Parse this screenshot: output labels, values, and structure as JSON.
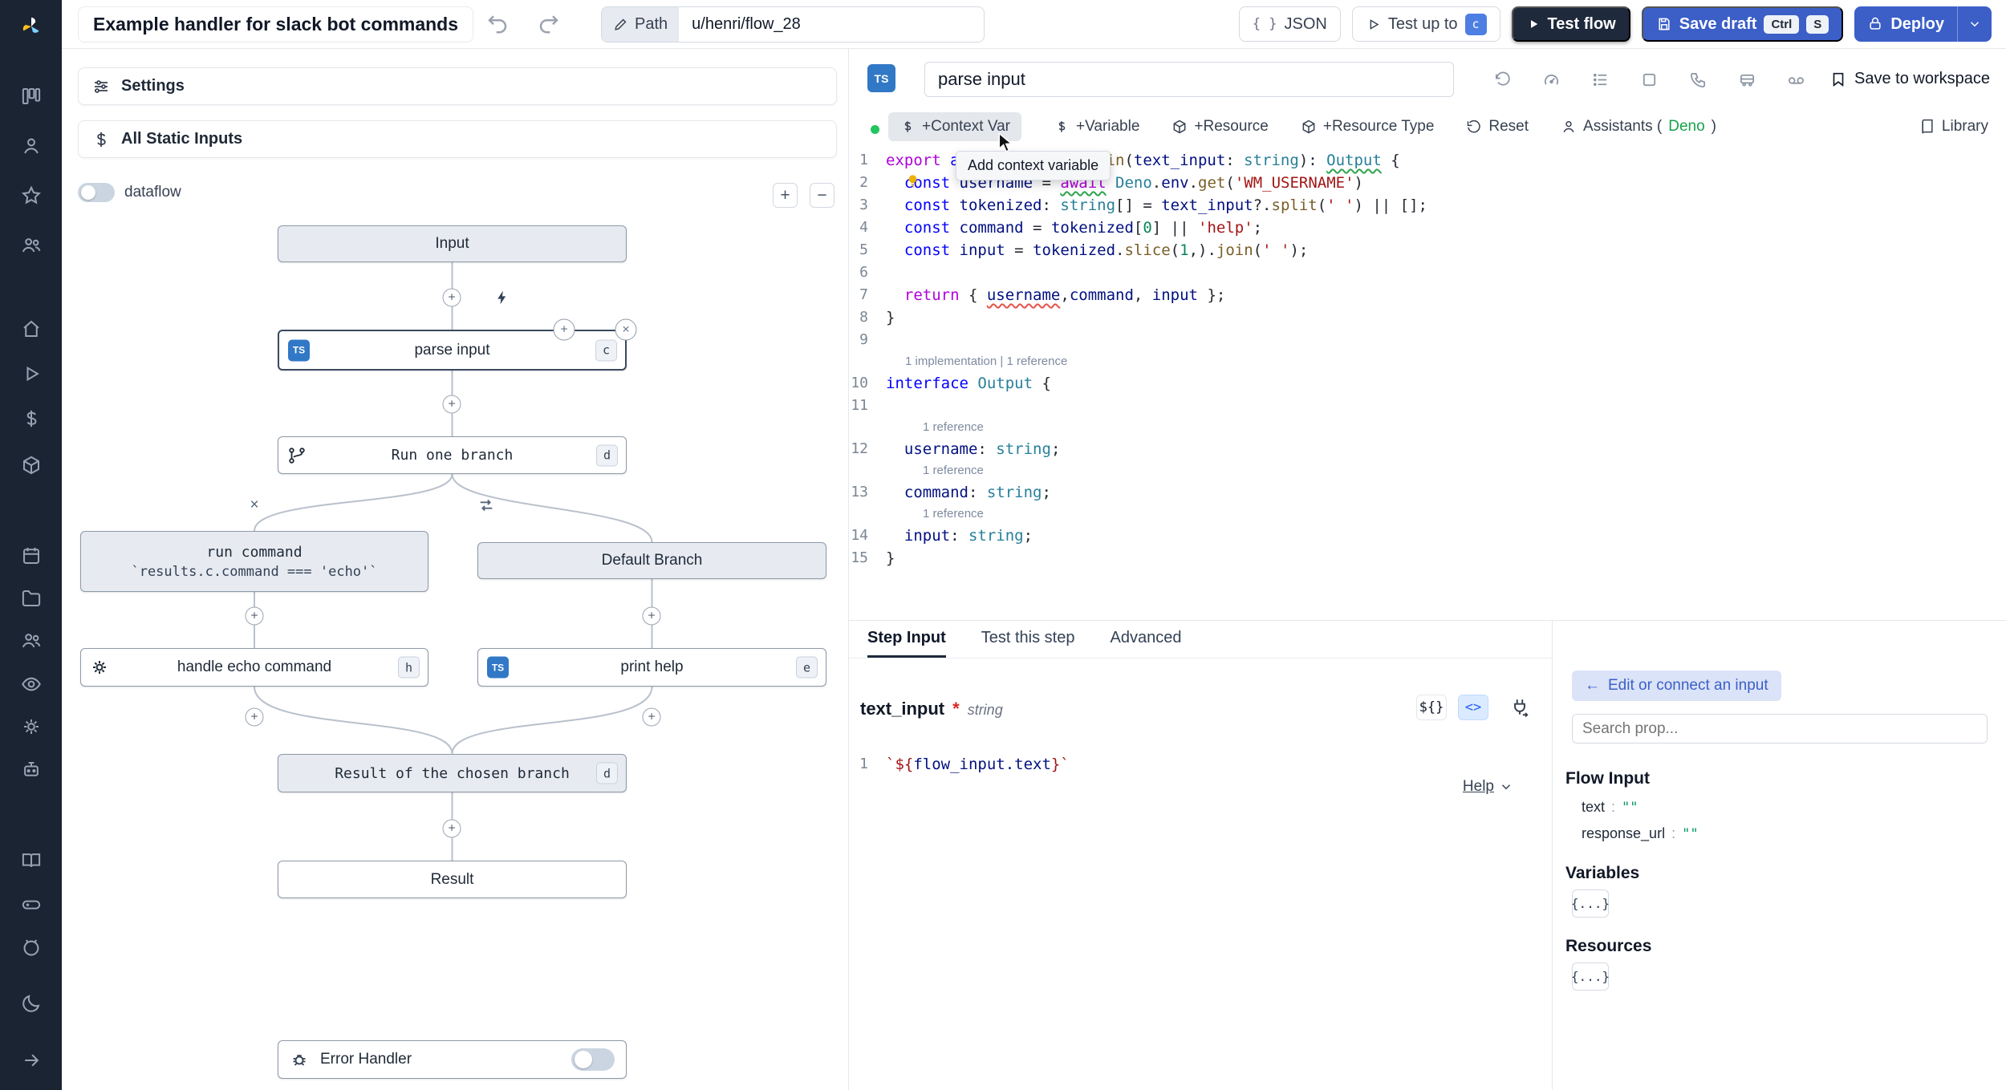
{
  "topbar": {
    "title": "Example handler for slack bot commands",
    "path_label": "Path",
    "path_value": "u/henri/flow_28",
    "json": "JSON",
    "test_up_to": "Test up to",
    "test_up_to_badge": "c",
    "test_flow": "Test flow",
    "save_draft": "Save draft",
    "kbd": [
      "Ctrl",
      "S"
    ],
    "deploy": "Deploy"
  },
  "flow": {
    "settings": "Settings",
    "static_inputs": "All Static Inputs",
    "dataflow": "dataflow",
    "zoom_in": "+",
    "zoom_out": "−",
    "ts": "TS",
    "nodes": {
      "input": "Input",
      "parse_input": "parse input",
      "parse_input_badge": "c",
      "run_one_branch": "Run one branch",
      "run_one_branch_badge": "d",
      "run_command_title": "run command",
      "run_command_expr": "`results.c.command === 'echo'`",
      "default_branch": "Default Branch",
      "handle_echo": "handle echo command",
      "handle_echo_badge": "h",
      "print_help": "print help",
      "print_help_badge": "e",
      "result_chosen": "Result of the chosen branch",
      "result_chosen_badge": "d",
      "result": "Result",
      "error_handler": "Error Handler"
    }
  },
  "editor": {
    "lang": "TS",
    "name": "parse input",
    "toolbar": {
      "context_var": "+Context Var",
      "variable": "+Variable",
      "resource": "+Resource",
      "resource_type": "+Resource Type",
      "reset": "Reset",
      "assistants_prefix": "Assistants (",
      "assistants_lang": "Deno",
      "assistants_suffix": ")",
      "library": "Library",
      "save_workspace": "Save to workspace"
    },
    "tooltip": "Add context variable",
    "code": {
      "lines": [
        {
          "n": "1",
          "t": [
            [
              "export ",
              "kw1"
            ],
            [
              "async ",
              "kw2"
            ],
            [
              "function ",
              "kw2"
            ],
            [
              "main",
              "fn"
            ],
            [
              "(",
              "pl"
            ],
            [
              "text_input",
              "var"
            ],
            [
              ": ",
              "pl"
            ],
            [
              "string",
              "type"
            ],
            [
              "): ",
              "pl"
            ],
            [
              "Output",
              "type sqg"
            ],
            [
              " {",
              "pl"
            ]
          ]
        },
        {
          "n": "2",
          "t": [
            [
              "  ",
              "pl"
            ],
            [
              "const ",
              "kw2"
            ],
            [
              "username",
              "var"
            ],
            [
              " = ",
              "pl"
            ],
            [
              "await",
              "kw1 sqg"
            ],
            [
              " ",
              "pl"
            ],
            [
              "Deno",
              "cls"
            ],
            [
              ".",
              "pl"
            ],
            [
              "env",
              "var"
            ],
            [
              ".",
              "pl"
            ],
            [
              "get",
              "fn"
            ],
            [
              "(",
              "pl"
            ],
            [
              "'WM_USERNAME'",
              "str"
            ],
            [
              ")",
              "pl"
            ]
          ]
        },
        {
          "n": "3",
          "t": [
            [
              "  ",
              "pl"
            ],
            [
              "const ",
              "kw2"
            ],
            [
              "tokenized",
              "var"
            ],
            [
              ": ",
              "pl"
            ],
            [
              "string",
              "type"
            ],
            [
              "[] = ",
              "pl"
            ],
            [
              "text_input",
              "var"
            ],
            [
              "?.",
              "pl"
            ],
            [
              "split",
              "fn"
            ],
            [
              "(",
              "pl"
            ],
            [
              "' '",
              "str"
            ],
            [
              ") || [];",
              "pl"
            ]
          ]
        },
        {
          "n": "4",
          "t": [
            [
              "  ",
              "pl"
            ],
            [
              "const ",
              "kw2"
            ],
            [
              "command",
              "var"
            ],
            [
              " = ",
              "pl"
            ],
            [
              "tokenized",
              "var"
            ],
            [
              "[",
              "pl"
            ],
            [
              "0",
              "num"
            ],
            [
              "] || ",
              "pl"
            ],
            [
              "'help'",
              "str"
            ],
            [
              ";",
              "pl"
            ]
          ]
        },
        {
          "n": "5",
          "t": [
            [
              "  ",
              "pl"
            ],
            [
              "const ",
              "kw2"
            ],
            [
              "input",
              "var"
            ],
            [
              " = ",
              "pl"
            ],
            [
              "tokenized",
              "var"
            ],
            [
              ".",
              "pl"
            ],
            [
              "slice",
              "fn"
            ],
            [
              "(",
              "pl"
            ],
            [
              "1",
              "num"
            ],
            [
              ",).",
              "pl"
            ],
            [
              "join",
              "fn"
            ],
            [
              "(",
              "pl"
            ],
            [
              "' '",
              "str"
            ],
            [
              ");",
              "pl"
            ]
          ]
        },
        {
          "n": "6",
          "t": []
        },
        {
          "n": "7",
          "t": [
            [
              "  ",
              "pl"
            ],
            [
              "return",
              "kw1"
            ],
            [
              " { ",
              "pl"
            ],
            [
              "username",
              "var sqr"
            ],
            [
              ",",
              "pl"
            ],
            [
              "command",
              "var"
            ],
            [
              ", ",
              "pl"
            ],
            [
              "input",
              "var"
            ],
            [
              " };",
              "pl"
            ]
          ]
        },
        {
          "n": "8",
          "t": [
            [
              "}",
              "pl"
            ]
          ]
        },
        {
          "n": "9",
          "t": []
        },
        {
          "lens": "1 implementation | 1 reference",
          "ind": 0
        },
        {
          "n": "10",
          "t": [
            [
              "interface ",
              "kw2"
            ],
            [
              "Output",
              "type"
            ],
            [
              " {",
              "pl"
            ]
          ]
        },
        {
          "n": "11",
          "t": []
        },
        {
          "lens": "1 reference",
          "ind": 2
        },
        {
          "n": "12",
          "t": [
            [
              "  ",
              "pl"
            ],
            [
              "username",
              "var"
            ],
            [
              ": ",
              "pl"
            ],
            [
              "string",
              "type"
            ],
            [
              ";",
              "pl"
            ]
          ]
        },
        {
          "lens": "1 reference",
          "ind": 2
        },
        {
          "n": "13",
          "t": [
            [
              "  ",
              "pl"
            ],
            [
              "command",
              "var"
            ],
            [
              ": ",
              "pl"
            ],
            [
              "string",
              "type"
            ],
            [
              ";",
              "pl"
            ]
          ]
        },
        {
          "lens": "1 reference",
          "ind": 2
        },
        {
          "n": "14",
          "t": [
            [
              "  ",
              "pl"
            ],
            [
              "input",
              "var"
            ],
            [
              ": ",
              "pl"
            ],
            [
              "string",
              "type"
            ],
            [
              ";",
              "pl"
            ]
          ]
        },
        {
          "n": "15",
          "t": [
            [
              "}",
              "pl"
            ]
          ]
        }
      ]
    }
  },
  "bottom": {
    "tabs": [
      "Step Input",
      "Test this step",
      "Advanced"
    ],
    "field": "text_input",
    "required": "*",
    "type": "string",
    "toggle_expr": "${}",
    "toggle_code": "<>",
    "expr_num": "1",
    "expr_tokens": [
      [
        "`${",
        "str"
      ],
      [
        "flow_input.text",
        "var"
      ],
      [
        "}`",
        "str"
      ]
    ],
    "help": "Help"
  },
  "props": {
    "edit": "Edit or connect an input",
    "search_placeholder": "Search prop...",
    "flow_input": "Flow Input",
    "entries": [
      {
        "k": "text",
        "v": "\"\""
      },
      {
        "k": "response_url",
        "v": "\"\""
      }
    ],
    "variables": "Variables",
    "resources": "Resources",
    "braces": "{...}"
  }
}
